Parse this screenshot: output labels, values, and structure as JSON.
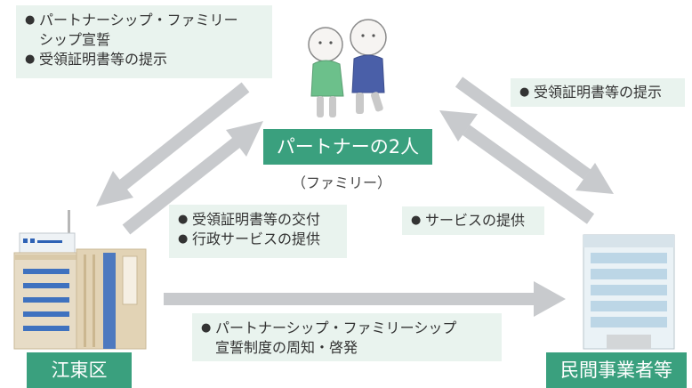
{
  "notes": {
    "top_left": [
      "パートナーシップ・ファミリー\nシップ宣誓",
      "受領証明書等の提示"
    ],
    "top_right": [
      "受領証明書等の提示"
    ],
    "mid_left": [
      "受領証明書等の交付",
      "行政サービスの提供"
    ],
    "mid_right": [
      "サービスの提供"
    ],
    "bottom": [
      "パートナーシップ・ファミリーシップ\n宣誓制度の周知・啓発"
    ]
  },
  "bullet": "●",
  "labels": {
    "couple": "パートナーの2人",
    "couple_sub": "（ファミリー）",
    "city_office": "江東区",
    "business": "民間事業者等"
  },
  "colors": {
    "arrow": "#c8cacd",
    "tag_bg": "#3aa07e",
    "note_bg": "#e9f3ee"
  }
}
